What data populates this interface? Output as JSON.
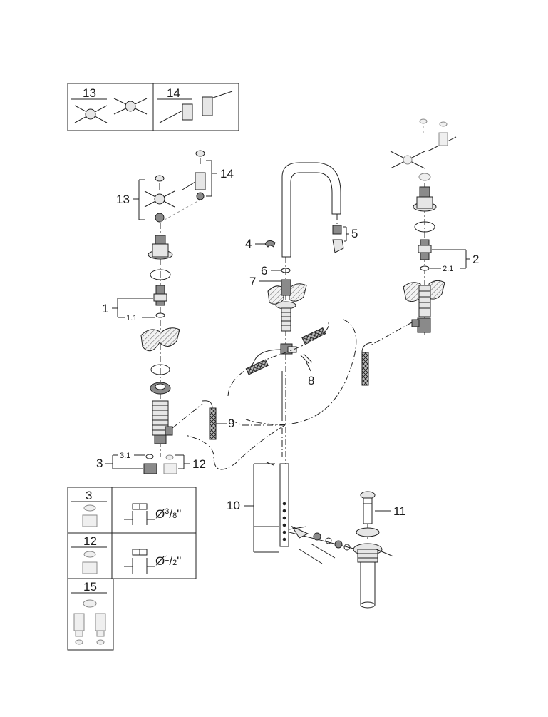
{
  "callouts": {
    "c1": "1",
    "c1_1": "1.1",
    "c2": "2",
    "c2_1": "2.1",
    "c3": "3",
    "c3_1": "3.1",
    "c4": "4",
    "c5": "5",
    "c6": "6",
    "c7": "7",
    "c8": "8",
    "c9": "9",
    "c10": "10",
    "c11": "11",
    "c12": "12",
    "c13": "13",
    "c14": "14"
  },
  "variants_table": {
    "col1": "13",
    "col2": "14"
  },
  "options_table": {
    "rows": [
      {
        "id": "3",
        "spec_prefix": "Ø",
        "spec_num": "3",
        "spec_den": "8",
        "spec_suffix": "\""
      },
      {
        "id": "12",
        "spec_prefix": "Ø",
        "spec_num": "1",
        "spec_den": "2",
        "spec_suffix": "\""
      },
      {
        "id": "15"
      }
    ]
  }
}
